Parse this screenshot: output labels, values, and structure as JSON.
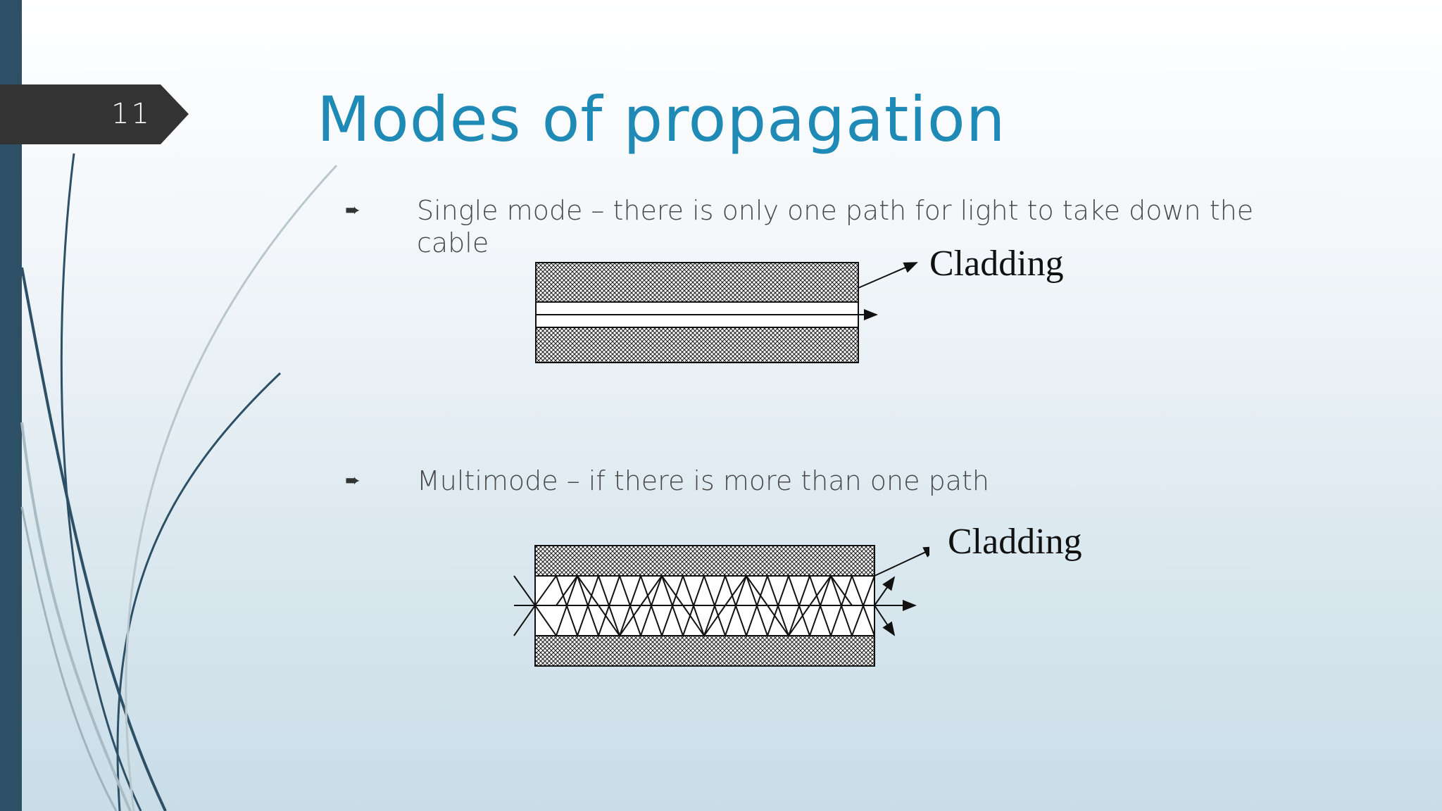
{
  "slide": {
    "number": "11",
    "title": "Modes of propagation"
  },
  "bullets": [
    {
      "icon": "arrow-bullet-icon",
      "text": "Single mode – there is only one path for light to take down the cable"
    },
    {
      "icon": "arrow-bullet-icon",
      "text": "Multimode – if there is more than one path"
    }
  ],
  "figures": {
    "single_mode": {
      "label": "Cladding"
    },
    "multimode": {
      "label": "Cladding"
    }
  },
  "colors": {
    "title": "#1e8ab5",
    "left_bar": "#2d5066",
    "badge": "#333333"
  }
}
